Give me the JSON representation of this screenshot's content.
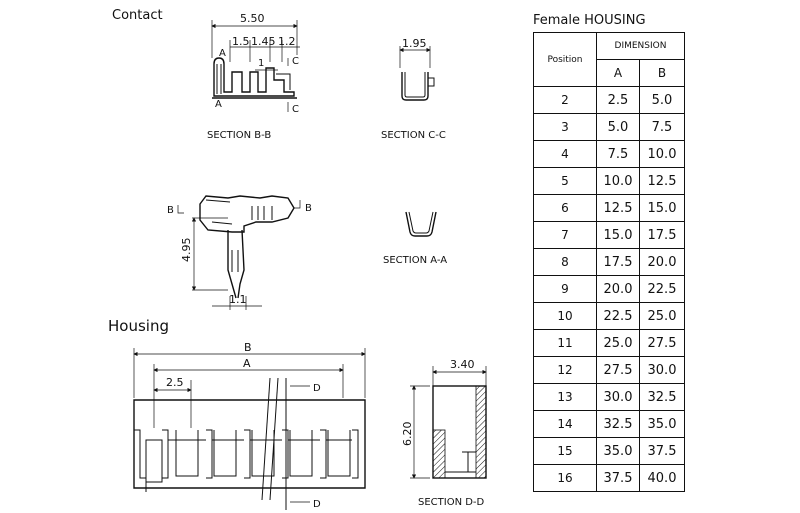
{
  "contact": {
    "title": "Contact",
    "dim_overall": "5.50",
    "dim_pitch1": "1.5",
    "dim_pitch2": "1.45",
    "dim_tip": "1.2",
    "dim_small": "1",
    "dim_width": "1.95",
    "dim_height": "4.95",
    "dim_pin": "1.1",
    "label_a": "A",
    "label_b": "B",
    "label_c": "C",
    "section_bb": "SECTION  B-B",
    "section_cc": "SECTION  C-C",
    "section_aa": "SECTION  A-A"
  },
  "housing": {
    "title": "Housing",
    "dim_b": "B",
    "dim_a": "A",
    "dim_pitch": "2.5",
    "label_d": "D",
    "dim_depth": "3.40",
    "dim_height": "6.20",
    "section_dd": "SECTION  D-D"
  },
  "table": {
    "title": "Female  HOUSING",
    "col_position": "Position",
    "col_dimension": "DIMENSION",
    "col_a": "A",
    "col_b": "B",
    "rows": [
      {
        "position": "2",
        "a": "2.5",
        "b": "5.0"
      },
      {
        "position": "3",
        "a": "5.0",
        "b": "7.5"
      },
      {
        "position": "4",
        "a": "7.5",
        "b": "10.0"
      },
      {
        "position": "5",
        "a": "10.0",
        "b": "12.5"
      },
      {
        "position": "6",
        "a": "12.5",
        "b": "15.0"
      },
      {
        "position": "7",
        "a": "15.0",
        "b": "17.5"
      },
      {
        "position": "8",
        "a": "17.5",
        "b": "20.0"
      },
      {
        "position": "9",
        "a": "20.0",
        "b": "22.5"
      },
      {
        "position": "10",
        "a": "22.5",
        "b": "25.0"
      },
      {
        "position": "11",
        "a": "25.0",
        "b": "27.5"
      },
      {
        "position": "12",
        "a": "27.5",
        "b": "30.0"
      },
      {
        "position": "13",
        "a": "30.0",
        "b": "32.5"
      },
      {
        "position": "14",
        "a": "32.5",
        "b": "35.0"
      },
      {
        "position": "15",
        "a": "35.0",
        "b": "37.5"
      },
      {
        "position": "16",
        "a": "37.5",
        "b": "40.0"
      }
    ]
  }
}
